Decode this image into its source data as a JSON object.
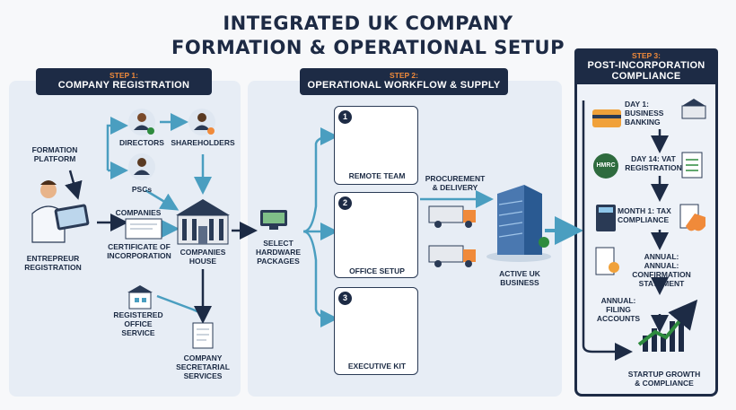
{
  "title": {
    "line1": "INTEGRATED UK COMPANY",
    "line2": "FORMATION & OPERATIONAL SETUP"
  },
  "step1": {
    "step": "STEP 1:",
    "name": "COMPANY REGISTRATION",
    "formation_platform": "FORMATION\nPLATFORM",
    "entrepreneur": "ENTREPREUR\nREGISTRATION",
    "directors": "DIRECTORS",
    "shareholders": "SHAREHOLDERS",
    "pscs": "PSCs",
    "companies_label": "COMPANIES",
    "certificate": "CERTIFICATE OF\nINCORPORATION",
    "companies_house": "COMPANIES\nHOUSE",
    "registered_office": "REGISTERED\nOFFICE\nSERVICE",
    "company_secretarial": "COMPANY\nSECRETARIAL\nSERVICES"
  },
  "step2": {
    "step": "STEP 2:",
    "name": "OPERATIONAL WORKFLOW & SUPPLY",
    "select_hardware": "SELECT\nHARDWARE\nPACKAGES",
    "cards": [
      {
        "num": "1",
        "label": "REMOTE TEAM"
      },
      {
        "num": "2",
        "label": "OFFICE SETUP"
      },
      {
        "num": "3",
        "label": "EXECUTIVE KIT"
      }
    ],
    "procurement": "PROCUREMENT\n& DELIVERY",
    "active_business": "ACTIVE UK\nBUSINESS"
  },
  "step3": {
    "step": "STEP 3:",
    "name": "POST-INCORPORATION\nCOMPLIANCE",
    "day1": "DAY 1:\nBUSINESS\nBANKING",
    "day14": "DAY 14: VAT\nREGISTRATION",
    "hmrc": "HMRC",
    "month1": "MONTH 1: TAX\nCOMPLIANCE",
    "annual_confirmation": "ANNUAL:\nANNUAL: CONFIRMATION\nSTATEMENT",
    "annual_filing": "ANNUAL: FILING\nACCOUNTS",
    "startup_growth": "STARTUP GROWTH\n& COMPLIANCE"
  },
  "colors": {
    "navy": "#1d2b45",
    "orange": "#f08a3a",
    "panel": "#e7edf5",
    "arrow_teal": "#4a9ec0",
    "green": "#2e8b3e"
  }
}
